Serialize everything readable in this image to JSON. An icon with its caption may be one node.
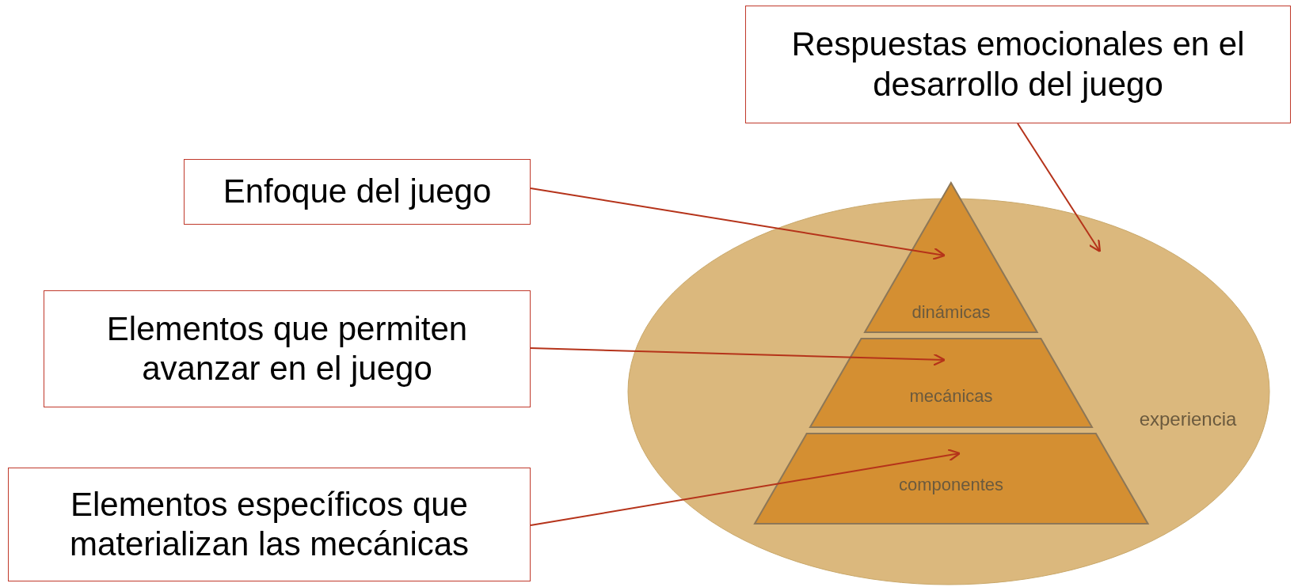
{
  "diagram": {
    "nodes": [
      {
        "text": [
          "Respuestas emocionales en el desarrollo del juego"
        ]
      },
      {
        "text": [
          "Enfoque del juego"
        ]
      },
      {
        "text": [
          "Elementos que permiten avanzar en el juego"
        ]
      },
      {
        "text": [
          "Elementos específicos que materializan las mecánicas"
        ]
      },
      {
        "text": [
          "experiencia"
        ]
      },
      {
        "text": [
          "dinámicas"
        ],
        "in": 4
      },
      {
        "text": [
          "mecánicas"
        ],
        "in": 4
      },
      {
        "text": [
          "componentes"
        ],
        "in": 4
      }
    ],
    "edges": [
      {
        "from": 0,
        "to": 4,
        "arrow": "to"
      },
      {
        "from": 1,
        "to": 5,
        "arrow": "to"
      },
      {
        "from": 2,
        "to": 6,
        "arrow": "to"
      },
      {
        "from": 3,
        "to": 7,
        "arrow": "to"
      }
    ]
  }
}
